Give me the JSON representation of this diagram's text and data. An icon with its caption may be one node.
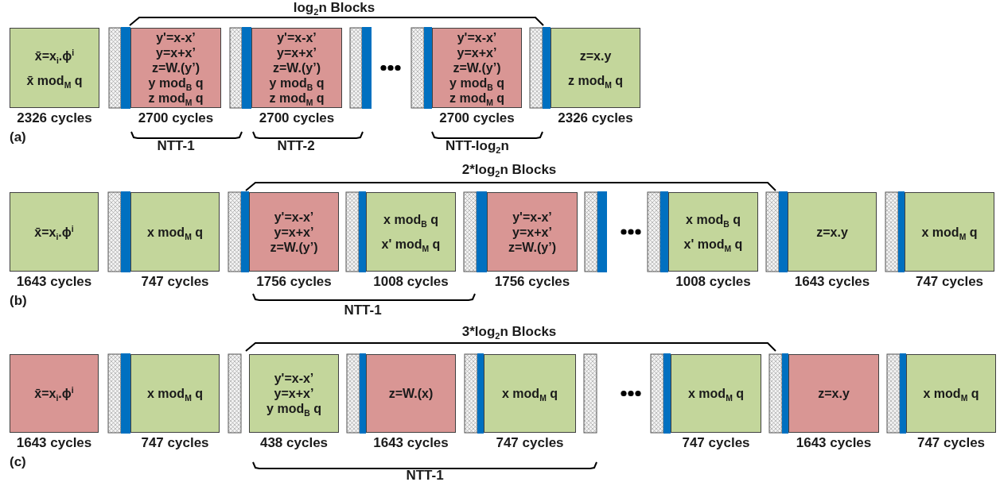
{
  "diagram": {
    "nodes": [
      {
        "text": [
          "x̄=x$_{i}$.ϕ$^{i}$",
          "x̄ mod$_{M}$ q"
        ],
        "beside": [
          "2326 cycles"
        ]
      },
      {
        "text": [
          "y'=x-x’",
          "y=x+x’",
          "z=W.(y’)",
          "y mod$_{B}$ q",
          "z mod$_{M}$ q"
        ],
        "beside": [
          "2700 cycles"
        ]
      },
      {
        "text": [
          "y'=x-x’",
          "y=x+x’",
          "z=W.(y’)",
          "y mod$_{B}$ q",
          "z mod$_{M}$ q"
        ],
        "beside": [
          "2700 cycles"
        ]
      },
      {
        "text": [
          "y'=x-x’",
          "y=x+x’",
          "z=W.(y’)",
          "y mod$_{B}$ q",
          "z mod$_{M}$ q"
        ],
        "beside": [
          "2700 cycles"
        ]
      },
      {
        "text": [
          "z=x.y",
          "z mod$_{M}$ q"
        ],
        "beside": [
          "2326 cycles"
        ]
      },
      {
        "text": [
          "x̄=x$_{i}$.ϕ$^{i}$"
        ],
        "beside": [
          "1643 cycles"
        ]
      },
      {
        "text": [
          "x mod$_{M}$ q"
        ],
        "beside": [
          "747 cycles"
        ]
      },
      {
        "text": [
          "y'=x-x’",
          "y=x+x’",
          "z=W.(y’)"
        ],
        "beside": [
          "1756 cycles"
        ]
      },
      {
        "text": [
          "x mod$_{B}$ q",
          "x' mod$_{M}$ q"
        ],
        "beside": [
          "1008 cycles"
        ]
      },
      {
        "text": [
          "y'=x-x’",
          "y=x+x’",
          "z=W.(y’)"
        ],
        "beside": [
          "1756 cycles"
        ]
      },
      {
        "text": [
          "x mod$_{B}$ q",
          "x' mod$_{M}$ q"
        ],
        "beside": [
          "1008 cycles"
        ]
      },
      {
        "text": [
          "z=x.y"
        ],
        "beside": [
          "1643 cycles"
        ]
      },
      {
        "text": [
          "x mod$_{M}$ q"
        ],
        "beside": [
          "747 cycles"
        ]
      },
      {
        "text": [
          "x̄=x$_{i}$.ϕ$^{i}$"
        ],
        "beside": [
          "1643 cycles"
        ]
      },
      {
        "text": [
          "x mod$_{M}$ q"
        ],
        "beside": [
          "747 cycles"
        ]
      },
      {
        "text": [
          "y'=x-x’",
          "y=x+x’",
          "y mod$_{B}$ q"
        ],
        "beside": [
          "438 cycles"
        ]
      },
      {
        "text": [
          "z=W.(x)"
        ],
        "beside": [
          "1643 cycles"
        ]
      },
      {
        "text": [
          "x mod$_{M}$ q"
        ],
        "beside": [
          "747 cycles"
        ]
      },
      {
        "text": [
          "x mod$_{M}$ q"
        ],
        "beside": [
          "747 cycles"
        ]
      },
      {
        "text": [
          "z=x.y"
        ],
        "beside": [
          "1643 cycles"
        ]
      },
      {
        "text": [
          "x mod$_{M}$ q"
        ],
        "beside": [
          "747 cycles"
        ]
      }
    ],
    "labels": [
      "log$_{2}$n Blocks",
      "(a)",
      "NTT-1",
      "NTT-2",
      "NTT-log$_{2}$n",
      "2*log$_{2}$n Blocks",
      "(b)",
      "NTT-1",
      "3*log$_{2}$n Blocks",
      "(c)",
      "NTT-1"
    ]
  }
}
